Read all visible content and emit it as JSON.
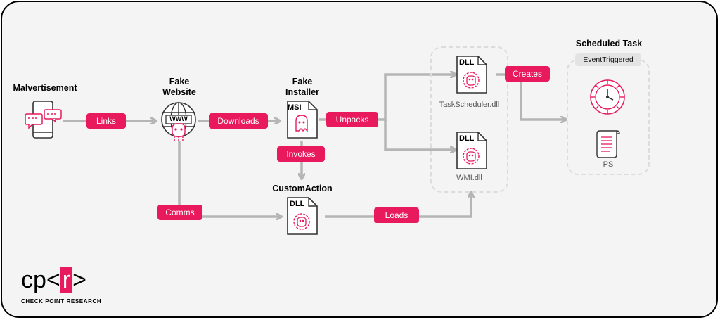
{
  "nodes": {
    "malvertisement": "Malvertisement",
    "fake_website": "Fake\nWebsite",
    "fake_installer": "Fake\nInstaller",
    "custom_action": "CustomAction",
    "scheduled_task": "Scheduled Task"
  },
  "edges": {
    "links": "Links",
    "downloads": "Downloads",
    "unpacks": "Unpacks",
    "invokes": "Invokes",
    "comms": "Comms",
    "loads": "Loads",
    "creates": "Creates"
  },
  "files": {
    "task_scheduler": "TaskScheduler.dll",
    "wmi": "WMI.dll",
    "ps": "PS"
  },
  "file_tags": {
    "msi": "MSI",
    "dll": "DLL",
    "www": "WWW"
  },
  "event_badge": "EventTriggered",
  "logo": {
    "mark_left": "cp",
    "mark_right": "r",
    "text": "CHECK POINT RESEARCH"
  },
  "colors": {
    "accent": "#e8195c",
    "arrow": "#b5b5b5",
    "background": "#f4f4f4",
    "dashed_border": "#dcdcdc"
  }
}
